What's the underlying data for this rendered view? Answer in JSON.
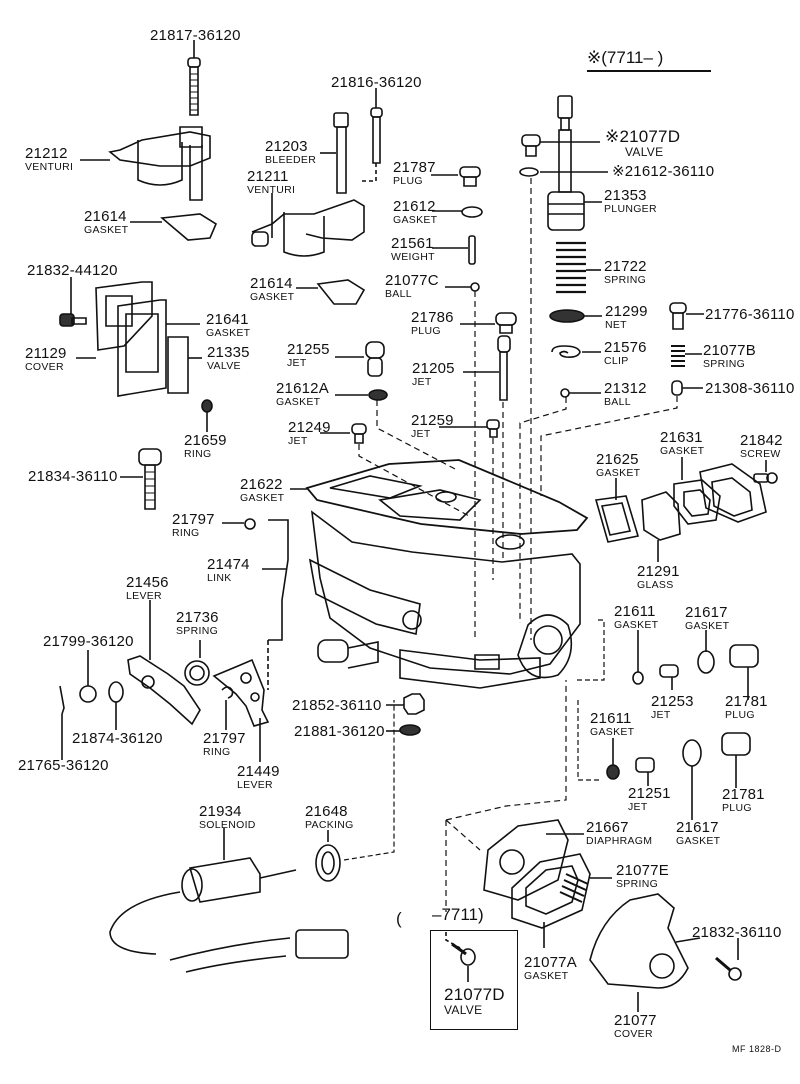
{
  "diagram": {
    "title": "Carburetor body parts exploded view",
    "serial_note_top": "※(7711–      )",
    "serial_note_inset": "–7711)",
    "serial_note_inset_open": "(",
    "footer_code": "MF  1828-D",
    "parts": [
      {
        "id": "p21817",
        "number": "21817-36120",
        "name": ""
      },
      {
        "id": "p21212",
        "number": "21212",
        "name": "VENTURI"
      },
      {
        "id": "p21614a",
        "number": "21614",
        "name": "GASKET"
      },
      {
        "id": "p21816",
        "number": "21816-36120",
        "name": ""
      },
      {
        "id": "p21203",
        "number": "21203",
        "name": "BLEEDER"
      },
      {
        "id": "p21211",
        "number": "21211",
        "name": "VENTURI"
      },
      {
        "id": "p21614b",
        "number": "21614",
        "name": "GASKET"
      },
      {
        "id": "p21787",
        "number": "21787",
        "name": "PLUG"
      },
      {
        "id": "p21612",
        "number": "21612",
        "name": "GASKET"
      },
      {
        "id": "p21561",
        "number": "21561",
        "name": "WEIGHT"
      },
      {
        "id": "p21077C",
        "number": "21077C",
        "name": "BALL"
      },
      {
        "id": "p21077D_top",
        "number": "※21077D",
        "name": "VALVE"
      },
      {
        "id": "p21612_36110",
        "number": "※21612-36110",
        "name": ""
      },
      {
        "id": "p21353",
        "number": "21353",
        "name": "PLUNGER"
      },
      {
        "id": "p21722",
        "number": "21722",
        "name": "SPRING"
      },
      {
        "id": "p21832_44120",
        "number": "21832-44120",
        "name": ""
      },
      {
        "id": "p21641",
        "number": "21641",
        "name": "GASKET"
      },
      {
        "id": "p21129",
        "number": "21129",
        "name": "COVER"
      },
      {
        "id": "p21335",
        "number": "21335",
        "name": "VALVE"
      },
      {
        "id": "p21659",
        "number": "21659",
        "name": "RING"
      },
      {
        "id": "p21255",
        "number": "21255",
        "name": "JET"
      },
      {
        "id": "p21612A",
        "number": "21612A",
        "name": "GASKET"
      },
      {
        "id": "p21249",
        "number": "21249",
        "name": "JET"
      },
      {
        "id": "p21786",
        "number": "21786",
        "name": "PLUG"
      },
      {
        "id": "p21205",
        "number": "21205",
        "name": "JET"
      },
      {
        "id": "p21259",
        "number": "21259",
        "name": "JET"
      },
      {
        "id": "p21299",
        "number": "21299",
        "name": "NET"
      },
      {
        "id": "p21576",
        "number": "21576",
        "name": "CLIP"
      },
      {
        "id": "p21312",
        "number": "21312",
        "name": "BALL"
      },
      {
        "id": "p21776",
        "number": "21776-36110",
        "name": ""
      },
      {
        "id": "p21077B",
        "number": "21077B",
        "name": "SPRING"
      },
      {
        "id": "p21308",
        "number": "21308-36110",
        "name": ""
      },
      {
        "id": "p21834",
        "number": "21834-36110",
        "name": ""
      },
      {
        "id": "p21622",
        "number": "21622",
        "name": "GASKET"
      },
      {
        "id": "p21625",
        "number": "21625",
        "name": "GASKET"
      },
      {
        "id": "p21631",
        "number": "21631",
        "name": "GASKET"
      },
      {
        "id": "p21842",
        "number": "21842",
        "name": "SCREW"
      },
      {
        "id": "p21291",
        "number": "21291",
        "name": "GLASS"
      },
      {
        "id": "p21797a",
        "number": "21797",
        "name": "RING"
      },
      {
        "id": "p21474",
        "number": "21474",
        "name": "LINK"
      },
      {
        "id": "p21456",
        "number": "21456",
        "name": "LEVER"
      },
      {
        "id": "p21736",
        "number": "21736",
        "name": "SPRING"
      },
      {
        "id": "p21799",
        "number": "21799-36120",
        "name": ""
      },
      {
        "id": "p21874",
        "number": "21874-36120",
        "name": ""
      },
      {
        "id": "p21765",
        "number": "21765-36120",
        "name": ""
      },
      {
        "id": "p21797b",
        "number": "21797",
        "name": "RING"
      },
      {
        "id": "p21449",
        "number": "21449",
        "name": "LEVER"
      },
      {
        "id": "p21852",
        "number": "21852-36110",
        "name": ""
      },
      {
        "id": "p21881",
        "number": "21881-36120",
        "name": ""
      },
      {
        "id": "p21611a",
        "number": "21611",
        "name": "GASKET"
      },
      {
        "id": "p21617a",
        "number": "21617",
        "name": "GASKET"
      },
      {
        "id": "p21253",
        "number": "21253",
        "name": "JET"
      },
      {
        "id": "p21781a",
        "number": "21781",
        "name": "PLUG"
      },
      {
        "id": "p21611b",
        "number": "21611",
        "name": "GASKET"
      },
      {
        "id": "p21251",
        "number": "21251",
        "name": "JET"
      },
      {
        "id": "p21781b",
        "number": "21781",
        "name": "PLUG"
      },
      {
        "id": "p21617b",
        "number": "21617",
        "name": "GASKET"
      },
      {
        "id": "p21934",
        "number": "21934",
        "name": "SOLENOID"
      },
      {
        "id": "p21648",
        "number": "21648",
        "name": "PACKING"
      },
      {
        "id": "p21667",
        "number": "21667",
        "name": "DIAPHRAGM"
      },
      {
        "id": "p21077E",
        "number": "21077E",
        "name": "SPRING"
      },
      {
        "id": "p21832_36110",
        "number": "21832-36110",
        "name": ""
      },
      {
        "id": "p21077A",
        "number": "21077A",
        "name": "GASKET"
      },
      {
        "id": "p21077",
        "number": "21077",
        "name": "COVER"
      },
      {
        "id": "p21077D_inset",
        "number": "21077D",
        "name": "VALVE"
      }
    ]
  }
}
